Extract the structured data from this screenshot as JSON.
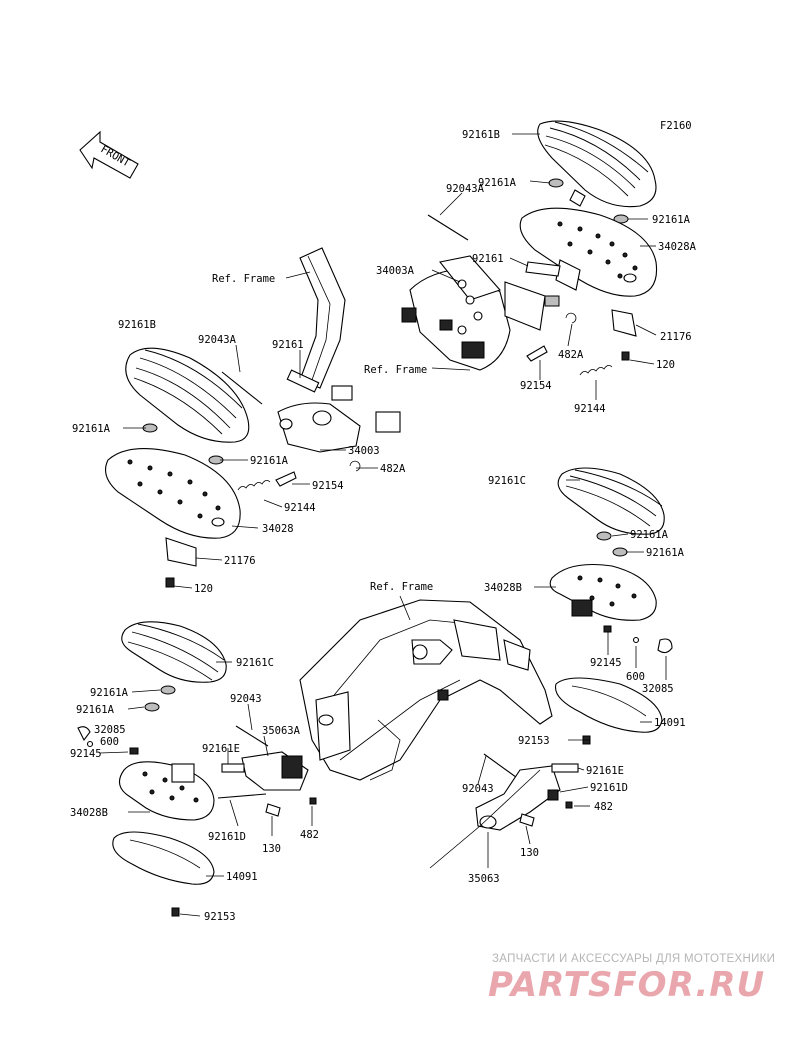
{
  "figure_id": "F2160",
  "front_label": "FRONT",
  "ref_frame_label": "Ref. Frame",
  "parts": {
    "p92161B": "92161B",
    "p92161A": "92161A",
    "p92043A": "92043A",
    "p34028A": "34028A",
    "p34003A": "34003A",
    "p92161": "92161",
    "p21176": "21176",
    "p120": "120",
    "p482A": "482A",
    "p92154": "92154",
    "p92144": "92144",
    "p34003": "34003",
    "p34028": "34028",
    "p92161C": "92161C",
    "p34028B": "34028B",
    "p92145": "92145",
    "p600": "600",
    "p32085": "32085",
    "p14091": "14091",
    "p92153": "92153",
    "p92043": "92043",
    "p35063A": "35063A",
    "p92161E": "92161E",
    "p92161D": "92161D",
    "p130": "130",
    "p482": "482",
    "p35063": "35063"
  },
  "watermark": {
    "line1": "ЗАПЧАСТИ И АКСЕССУАРЫ ДЛЯ МОТОТЕХНИКИ",
    "line2": "PARTSFOR.RU"
  },
  "colors": {
    "ink": "#000000",
    "watermark_gray": "#b5b5b5",
    "watermark_pink": "#e9a6ad",
    "background": "#ffffff"
  }
}
